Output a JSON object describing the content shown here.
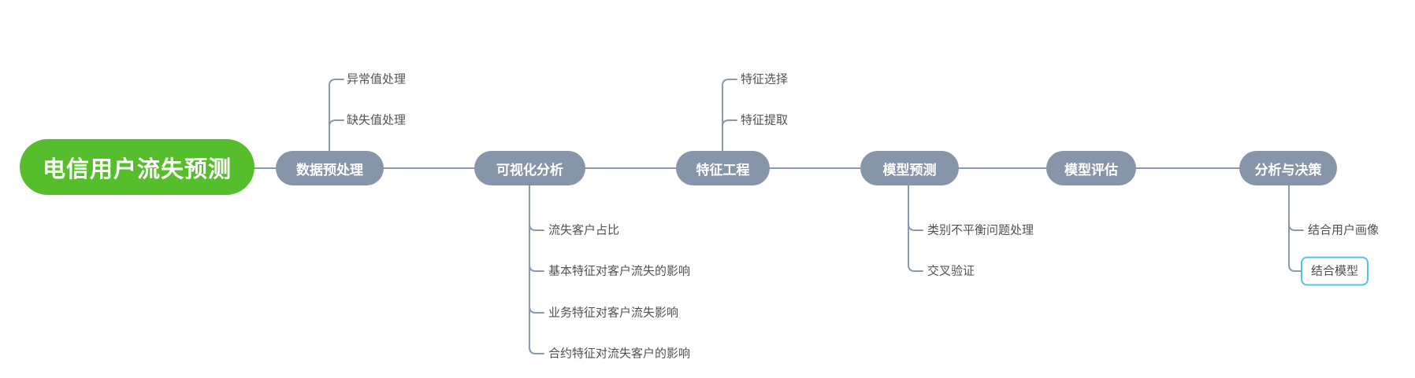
{
  "app": {
    "kind": "mindmap"
  },
  "colors": {
    "root_bg": "#56BE2D",
    "node_bg": "#8695A8",
    "node_text": "#FFFFFF",
    "line": "#8C99AB",
    "sub_text": "#515151",
    "selected_border": "#54C0F0"
  },
  "root": {
    "label": "电信用户流失预测"
  },
  "topics": [
    {
      "label": "数据预处理",
      "side": "above",
      "children": [
        "异常值处理",
        "缺失值处理"
      ]
    },
    {
      "label": "可视化分析",
      "side": "below",
      "children": [
        "流失客户占比",
        "基本特征对客户流失的影响",
        "业务特征对客户流失影响",
        "合约特征对流失客户的影响"
      ]
    },
    {
      "label": "特征工程",
      "side": "above",
      "children": [
        "特征选择",
        "特征提取"
      ]
    },
    {
      "label": "模型预测",
      "side": "below",
      "children": [
        "类别不平衡问题处理",
        "交叉验证"
      ]
    },
    {
      "label": "模型评估",
      "side": "none",
      "children": []
    },
    {
      "label": "分析与决策",
      "side": "below",
      "children": [
        "结合用户画像",
        "结合模型"
      ]
    }
  ],
  "selection": {
    "selected_label": "结合模型",
    "parent_topic": "分析与决策"
  }
}
